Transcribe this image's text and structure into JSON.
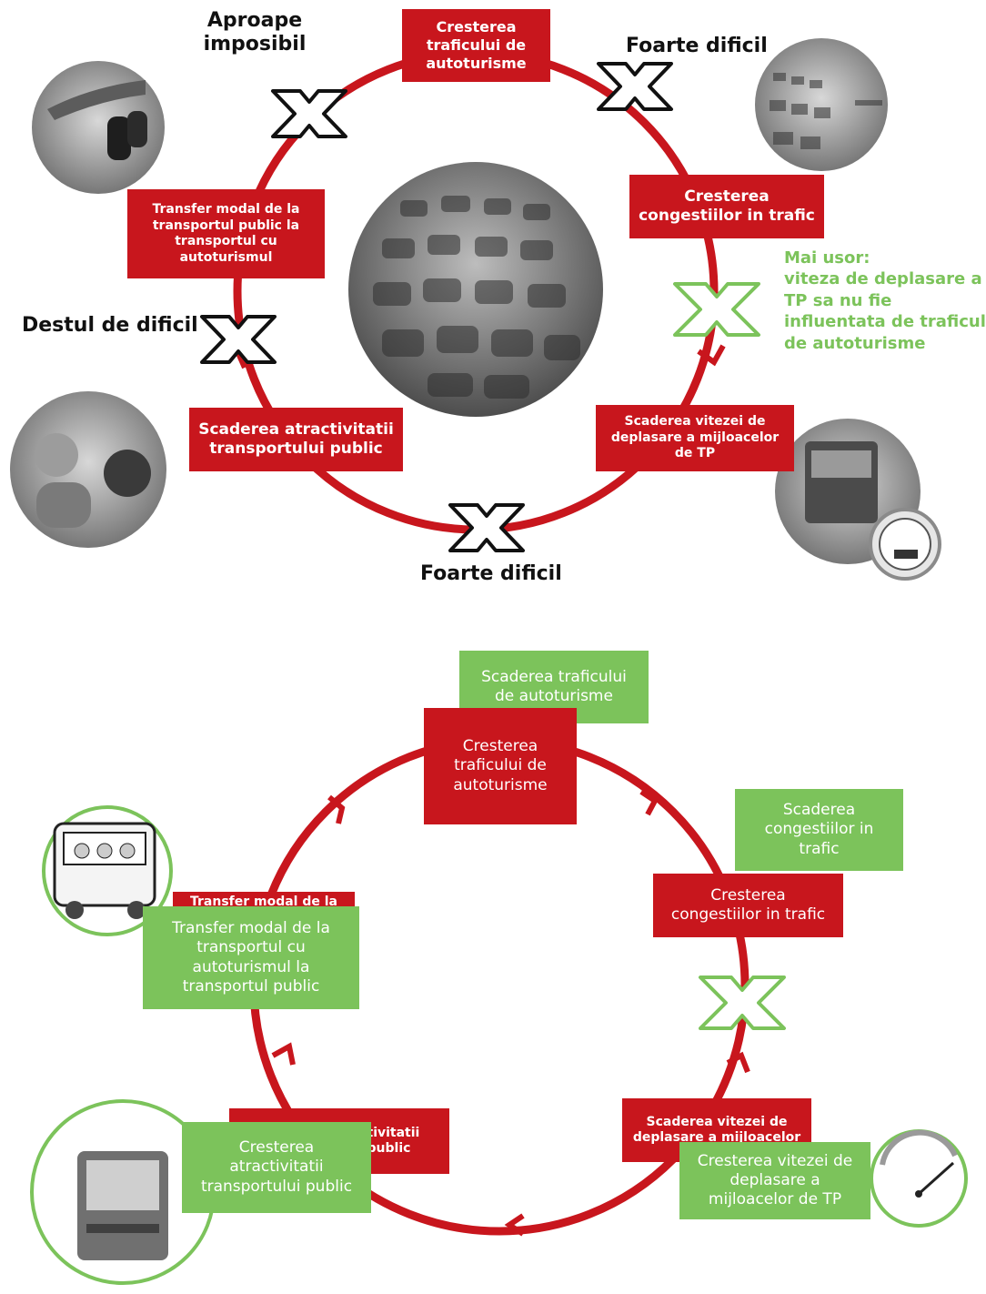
{
  "colors": {
    "red": "#c8161d",
    "green": "#7cc35b",
    "photo_gray": "#8a8a8a"
  },
  "top_cycle": {
    "nodes": {
      "car_traffic_increase": "Cresterea\ntraficului de\nautoturisme",
      "congestion_increase": "Cresterea\ncongestiilor in trafic",
      "pt_speed_decrease": "Scaderea vitezei de\ndeplasare a mijloacelor\nde TP",
      "pt_attractiveness_decrease": "Scaderea atractivitatii\ntransportului public",
      "modal_shift_to_car": "Transfer modal de la\ntransportul public la\ntransportul cu\nautoturismul"
    },
    "difficulty_labels": {
      "almost_impossible": "Aproape\nimposibil",
      "very_difficult_top": "Foarte dificil",
      "fairly_difficult": "Destul de dificil",
      "very_difficult_bottom": "Foarte dificil"
    },
    "easier_note": "Mai usor:\nviteza de deplasare a\nTP sa nu fie\ninfluentata de traficul\nde autoturisme",
    "images": [
      "car-keys-photo",
      "highway-traffic-photo",
      "traffic-jam-photo",
      "bus-passengers-photo",
      "bus-speedometer-photo"
    ]
  },
  "bottom_cycle": {
    "red_nodes": {
      "car_traffic_increase": "Cresterea\ntraficului de\nautoturisme",
      "congestion_increase": "Cresterea\ncongestiilor in trafic",
      "pt_speed_decrease": "Scaderea vitezei de\ndeplasare a mijloacelor",
      "pt_attractiveness_decrease": "Scaderea atractivitatii\ntransportului public",
      "modal_shift": "Transfer modal de la"
    },
    "green_nodes": {
      "car_traffic_decrease": "Scaderea traficului\nde autoturisme",
      "congestion_decrease": "Scaderea\ncongestiilor in\ntrafic",
      "pt_speed_increase": "Cresterea vitezei de\ndeplasare a\nmijloacelor de TP",
      "pt_attractiveness_increase": "Cresterea\natractivitatii\ntransportului public",
      "modal_shift_to_pt": "Transfer modal de la\ntransportul cu\nautoturismul la\ntransportul public"
    },
    "images": [
      "bus-cartoon-illustration",
      "bus-front-illustration",
      "speedometer-icon"
    ]
  }
}
